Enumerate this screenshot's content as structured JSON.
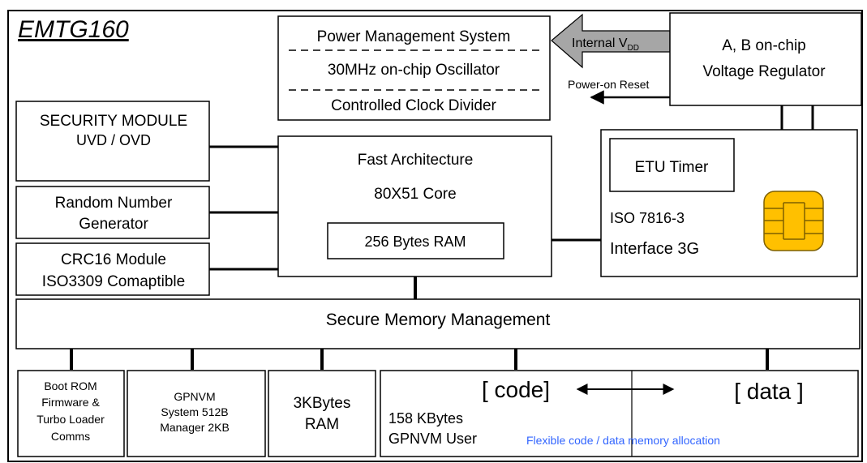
{
  "title": "EMTG160",
  "power": {
    "line1": "Power Management System",
    "line2": "30MHz on-chip Oscillator",
    "line3": "Controlled Clock Divider"
  },
  "arrows": {
    "internal_vdd": "Internal V",
    "internal_vdd_sub": "DD",
    "power_on_reset": "Power-on Reset"
  },
  "regulator": {
    "line1": "A, B on-chip",
    "line2": "Voltage Regulator"
  },
  "security": {
    "line1": "SECURITY MODULE",
    "line2": "UVD / OVD"
  },
  "rng": {
    "line1": "Random Number",
    "line2": "Generator"
  },
  "crc": {
    "line1": "CRC16 Module",
    "line2": "ISO3309 Comaptible"
  },
  "core": {
    "line1": "Fast Architecture",
    "line2": "80X51 Core",
    "ram": "256 Bytes RAM"
  },
  "iso": {
    "etu": "ETU Timer",
    "line1": "ISO 7816-3",
    "line2": "Interface 3G"
  },
  "smm": {
    "label": "Secure Memory Management"
  },
  "boot": {
    "line1": "Boot ROM",
    "line2": "Firmware &",
    "line3": "Turbo Loader",
    "line4": "Comms"
  },
  "gpnvm_sys": {
    "line1": "GPNVM",
    "line2": "System  512B",
    "line3": "Manager 2KB"
  },
  "ram3k": {
    "line1": "3KBytes",
    "line2": "RAM"
  },
  "user": {
    "code": "[ code]",
    "data": "[ data ]",
    "line1": "158 KBytes",
    "line2": "GPNVM User",
    "note": "Flexible code / data memory allocation"
  },
  "colors": {
    "note": "#3366ff",
    "chip": "#ffc000",
    "arrow_fill": "#a6a6a6"
  }
}
